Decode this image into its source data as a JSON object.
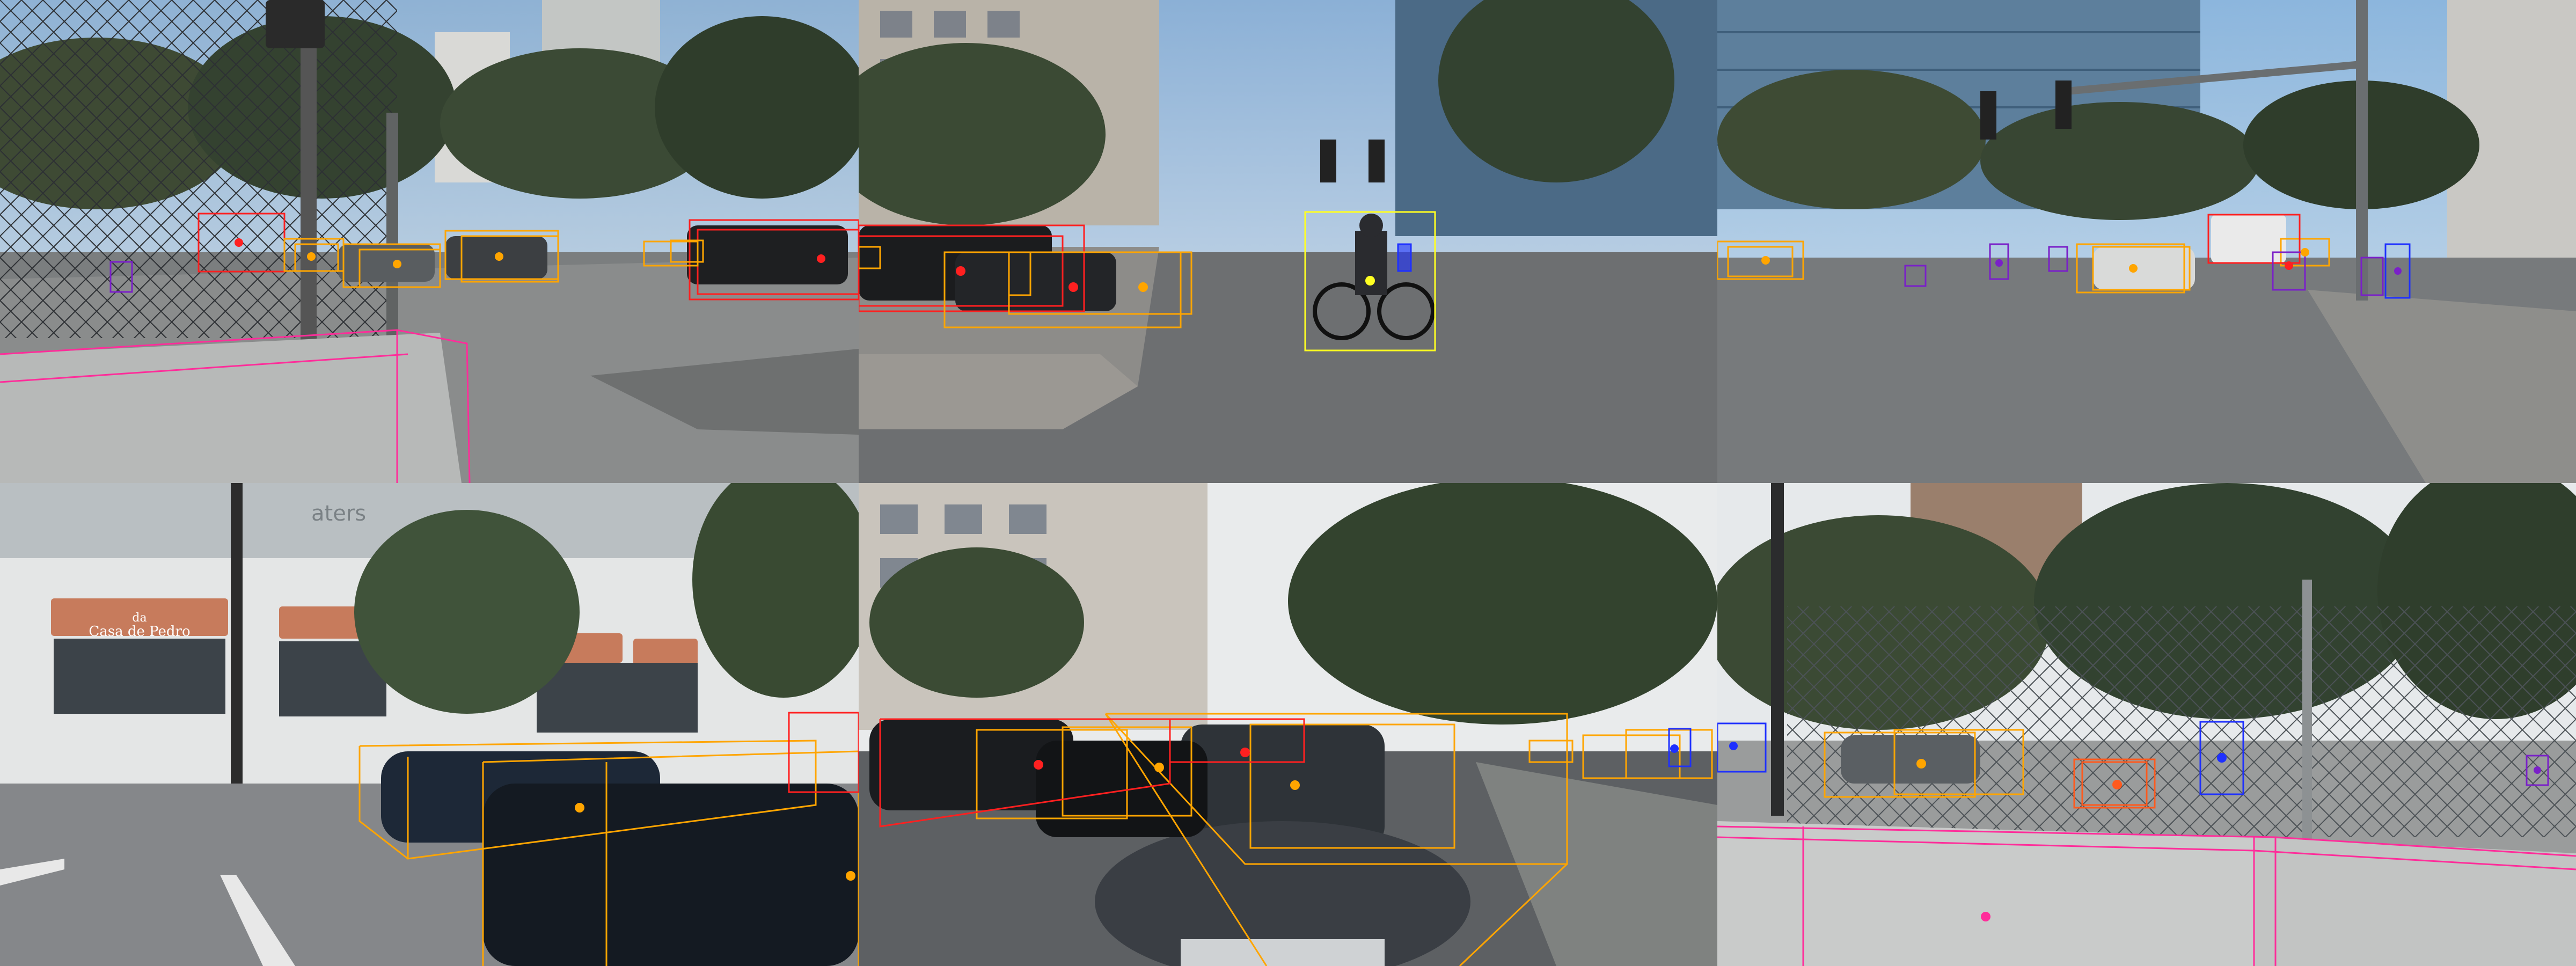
{
  "grid": {
    "columns": 3,
    "rows": 2
  },
  "cameras": [
    {
      "name": "camera-front-left",
      "scene": "street-corner"
    },
    {
      "name": "camera-front",
      "scene": "city-street"
    },
    {
      "name": "camera-front-right",
      "scene": "plaza"
    },
    {
      "name": "camera-back-left",
      "scene": "storefront"
    },
    {
      "name": "camera-back",
      "scene": "rear-street"
    },
    {
      "name": "camera-back-right",
      "scene": "fence-trees"
    }
  ],
  "signage": {
    "restaurant_name": "Casa de Pedro",
    "restaurant_prefix": "da",
    "building_sign_fragment": "aters"
  },
  "category_colors": {
    "car": "#ffa500",
    "truck": "#ff2020",
    "pedestrian": "#1e30ff",
    "bicycle": "#ffff22",
    "barrier": "#ff2d9a",
    "traffic_cone": "#7a20c8",
    "motorcycle": "#ff5a1e"
  },
  "annotations": [
    {
      "cam": 0,
      "category": "barrier",
      "count": 1
    },
    {
      "cam": 0,
      "category": "truck",
      "count": 2
    },
    {
      "cam": 0,
      "category": "car",
      "count": 5
    },
    {
      "cam": 0,
      "category": "traffic_cone",
      "count": 1
    },
    {
      "cam": 1,
      "category": "bicycle",
      "count": 1
    },
    {
      "cam": 1,
      "category": "truck",
      "count": 1
    },
    {
      "cam": 1,
      "category": "car",
      "count": 3
    },
    {
      "cam": 1,
      "category": "pedestrian",
      "count": 1
    },
    {
      "cam": 2,
      "category": "car",
      "count": 4
    },
    {
      "cam": 2,
      "category": "truck",
      "count": 1
    },
    {
      "cam": 2,
      "category": "traffic_cone",
      "count": 5
    },
    {
      "cam": 2,
      "category": "pedestrian",
      "count": 1
    },
    {
      "cam": 3,
      "category": "car",
      "count": 2
    },
    {
      "cam": 3,
      "category": "truck",
      "count": 1
    },
    {
      "cam": 4,
      "category": "car",
      "count": 7
    },
    {
      "cam": 4,
      "category": "truck",
      "count": 2
    },
    {
      "cam": 4,
      "category": "pedestrian",
      "count": 1
    },
    {
      "cam": 5,
      "category": "barrier",
      "count": 2
    },
    {
      "cam": 5,
      "category": "car",
      "count": 1
    },
    {
      "cam": 5,
      "category": "motorcycle",
      "count": 1
    },
    {
      "cam": 5,
      "category": "pedestrian",
      "count": 2
    },
    {
      "cam": 5,
      "category": "traffic_cone",
      "count": 1
    }
  ]
}
